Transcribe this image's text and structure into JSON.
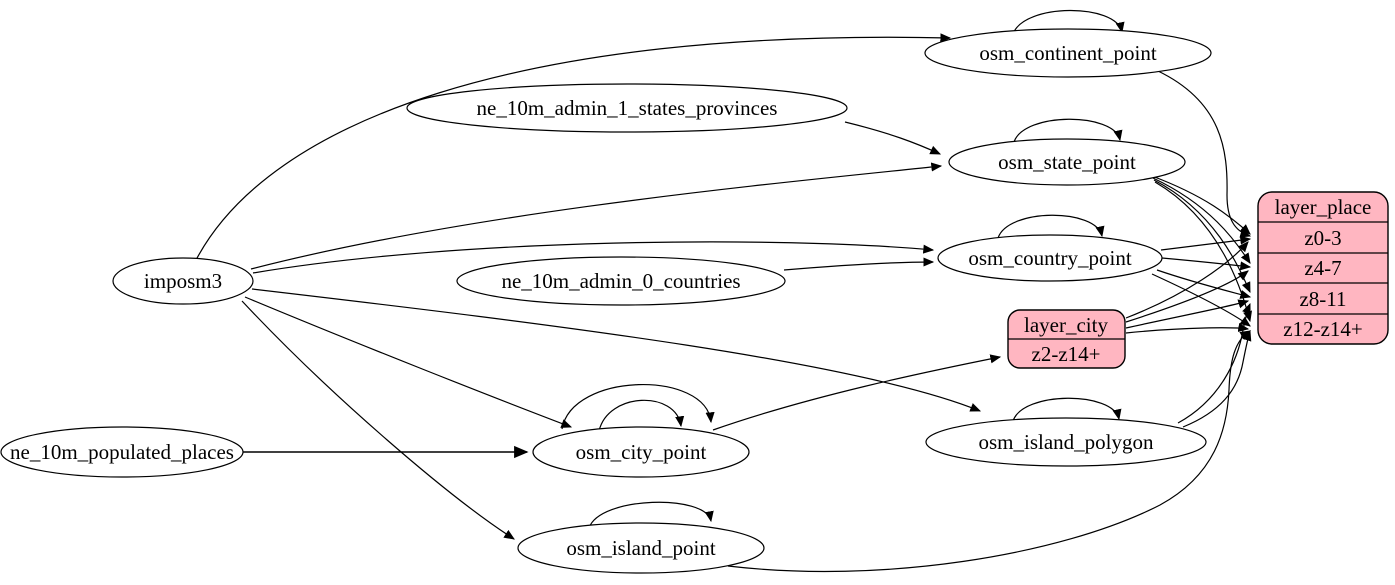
{
  "diagram": {
    "type": "etl-graph",
    "colors": {
      "record_fill": "#FFB6C1",
      "ellipse_fill": "#FFFFFF",
      "stroke": "#000000",
      "background": "#FFFFFF"
    },
    "nodes": {
      "imposm3": {
        "label": "imposm3",
        "shape": "ellipse"
      },
      "ne_10m_admin_1_states_provinces": {
        "label": "ne_10m_admin_1_states_provinces",
        "shape": "ellipse"
      },
      "ne_10m_admin_0_countries": {
        "label": "ne_10m_admin_0_countries",
        "shape": "ellipse"
      },
      "ne_10m_populated_places": {
        "label": "ne_10m_populated_places",
        "shape": "ellipse"
      },
      "osm_continent_point": {
        "label": "osm_continent_point",
        "shape": "ellipse"
      },
      "osm_state_point": {
        "label": "osm_state_point",
        "shape": "ellipse"
      },
      "osm_country_point": {
        "label": "osm_country_point",
        "shape": "ellipse"
      },
      "osm_city_point": {
        "label": "osm_city_point",
        "shape": "ellipse"
      },
      "osm_island_polygon": {
        "label": "osm_island_polygon",
        "shape": "ellipse"
      },
      "osm_island_point": {
        "label": "osm_island_point",
        "shape": "ellipse"
      },
      "layer_city": {
        "title": "layer_city",
        "rows": [
          "z2-z14+"
        ],
        "shape": "record"
      },
      "layer_place": {
        "title": "layer_place",
        "rows": [
          "z0-3",
          "z4-7",
          "z8-11",
          "z12-z14+"
        ],
        "shape": "record"
      }
    },
    "edges": [
      {
        "from": "imposm3",
        "to": "osm_continent_point"
      },
      {
        "from": "imposm3",
        "to": "osm_state_point"
      },
      {
        "from": "imposm3",
        "to": "osm_country_point"
      },
      {
        "from": "imposm3",
        "to": "osm_city_point"
      },
      {
        "from": "imposm3",
        "to": "osm_island_polygon"
      },
      {
        "from": "imposm3",
        "to": "osm_island_point"
      },
      {
        "from": "ne_10m_admin_1_states_provinces",
        "to": "osm_state_point"
      },
      {
        "from": "ne_10m_admin_0_countries",
        "to": "osm_country_point"
      },
      {
        "from": "ne_10m_populated_places",
        "to": "osm_city_point"
      },
      {
        "from": "osm_continent_point",
        "to": "osm_continent_point",
        "self_loop": true
      },
      {
        "from": "osm_state_point",
        "to": "osm_state_point",
        "self_loop": true
      },
      {
        "from": "osm_country_point",
        "to": "osm_country_point",
        "self_loop": true
      },
      {
        "from": "osm_city_point",
        "to": "osm_city_point",
        "self_loop": true
      },
      {
        "from": "osm_city_point",
        "to": "osm_city_point",
        "self_loop": true
      },
      {
        "from": "osm_island_polygon",
        "to": "osm_island_polygon",
        "self_loop": true
      },
      {
        "from": "osm_island_point",
        "to": "osm_island_point",
        "self_loop": true
      },
      {
        "from": "osm_city_point",
        "to": "layer_city",
        "to_port": "z2-z14+"
      },
      {
        "from": "osm_continent_point",
        "to": "layer_place",
        "to_port": "z0-3"
      },
      {
        "from": "osm_state_point",
        "to": "layer_place",
        "to_port": "z0-3"
      },
      {
        "from": "osm_state_point",
        "to": "layer_place",
        "to_port": "z4-7"
      },
      {
        "from": "osm_state_point",
        "to": "layer_place",
        "to_port": "z8-11"
      },
      {
        "from": "osm_state_point",
        "to": "layer_place",
        "to_port": "z12-z14+"
      },
      {
        "from": "osm_country_point",
        "to": "layer_place",
        "to_port": "z0-3"
      },
      {
        "from": "osm_country_point",
        "to": "layer_place",
        "to_port": "z4-7"
      },
      {
        "from": "osm_country_point",
        "to": "layer_place",
        "to_port": "z8-11"
      },
      {
        "from": "osm_country_point",
        "to": "layer_place",
        "to_port": "z12-z14+"
      },
      {
        "from": "layer_city",
        "to": "layer_place",
        "to_port": "z0-3"
      },
      {
        "from": "layer_city",
        "to": "layer_place",
        "to_port": "z4-7"
      },
      {
        "from": "layer_city",
        "to": "layer_place",
        "to_port": "z8-11"
      },
      {
        "from": "layer_city",
        "to": "layer_place",
        "to_port": "z12-z14+"
      },
      {
        "from": "osm_island_polygon",
        "to": "layer_place",
        "to_port": "z8-11"
      },
      {
        "from": "osm_island_polygon",
        "to": "layer_place",
        "to_port": "z12-z14+"
      },
      {
        "from": "osm_island_point",
        "to": "layer_place",
        "to_port": "z12-z14+"
      }
    ]
  }
}
